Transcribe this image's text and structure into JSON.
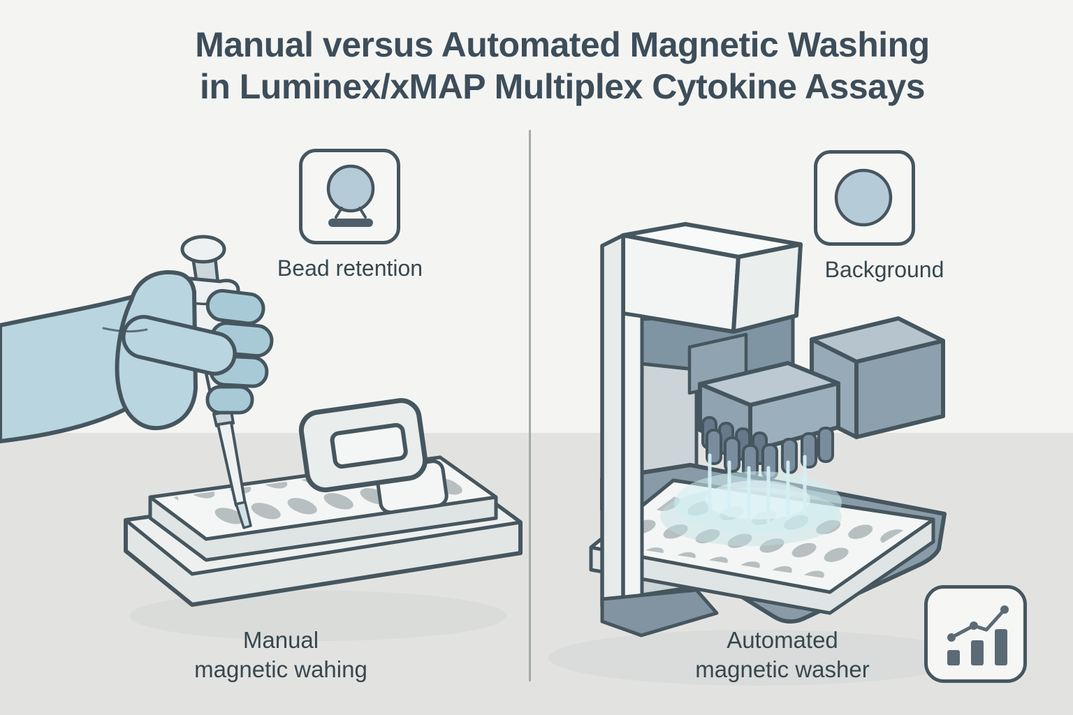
{
  "title": {
    "line1": "Manual versus Automated Magnetic Washing",
    "line2": "in Luminex/xMAP Multiplex Cytokine Assays"
  },
  "left_panel": {
    "icon_label": "Bead retention",
    "caption_line1": "Manual",
    "caption_line2": "magnetic wahing"
  },
  "right_panel": {
    "icon_label": "Background",
    "caption_line1": "Automated",
    "caption_line2": "magnetic washer"
  },
  "icons": {
    "bead_retention": "bead-on-magnet-icon",
    "background": "bead-circle-icon",
    "chart": "bar-chart-trend-icon"
  },
  "colors": {
    "ink": "#46565f",
    "title_text": "#3d4d5a",
    "label_text": "#37474f",
    "bg_top": "#f4f5f3",
    "bg_table": "#e2e3e1",
    "divider": "#a4a8a9",
    "box_fill": "#f6f7f5",
    "bead_fill": "#b5cbd7",
    "bead_bar": "#4e5f69",
    "glove": "#b9d5e0",
    "glove_shade": "#a8cad7",
    "pipette_white": "#eef1f2",
    "pipette_shade": "#ccd7dc",
    "pipette_tip": "#cfe0e6",
    "plate_white": "#f4f6f5",
    "plate_side": "#dfe4e4",
    "tray_white": "#edf0ef",
    "tray_side": "#e2e6e5",
    "well": "#b7bfc1",
    "handle_white": "#e9edec",
    "machine_white": "#f2f5f4",
    "machine_top": "#f8faf9",
    "machine_side": "#e7ebea",
    "machine_side2": "#eaeeed",
    "inner_wall": "#ccd4d8",
    "recess": "#7f95a3",
    "head_top": "#bcc9d2",
    "head_front": "#8fa3b1",
    "head_side": "#9cafbc",
    "nozzle": "#7a8d9e",
    "nozzle_dark": "#66798b",
    "block_top": "#b6c4cd",
    "block_front": "#97aab8",
    "block_side": "#8ca0ae",
    "connector": "#8a9dab",
    "platform": "#8a9ba8",
    "foot": "#8294a1",
    "stream": "#d5f0f4",
    "glow": "#cfeef2",
    "tint": "#bfe0e2",
    "shadow": "#d4d7d6",
    "chart_icon": "#5a6b76"
  }
}
